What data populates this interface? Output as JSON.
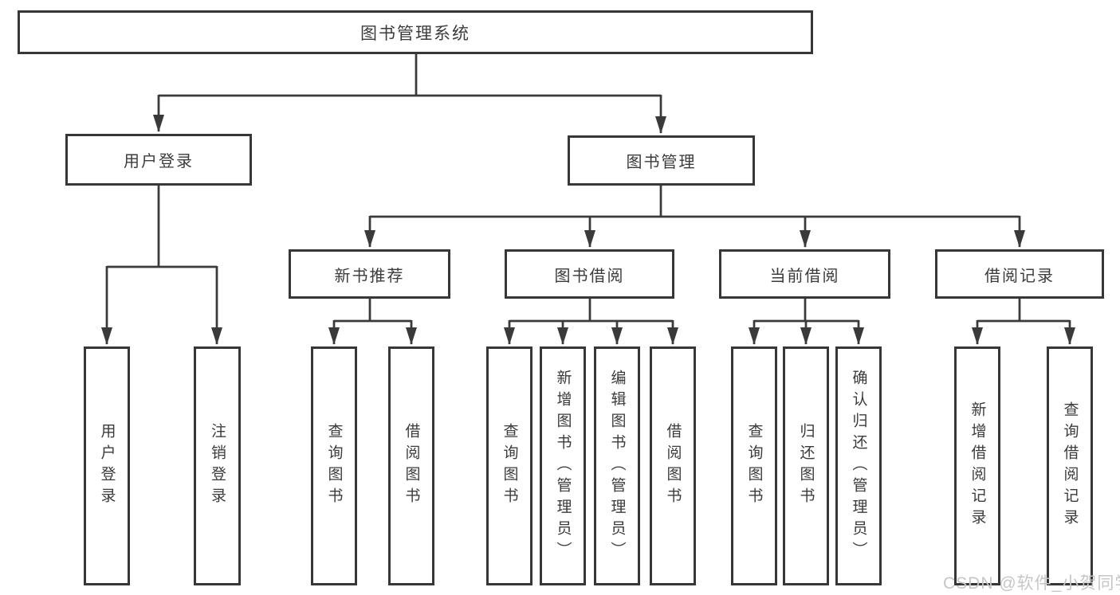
{
  "tree": {
    "root": {
      "label": "图书管理系统"
    },
    "branches": [
      {
        "label": "用户登录",
        "children": [
          {
            "label": "用户登录"
          },
          {
            "label": "注销登录"
          }
        ]
      },
      {
        "label": "图书管理",
        "children": [
          {
            "label": "新书推荐",
            "children": [
              {
                "label": "查询图书"
              },
              {
                "label": "借阅图书"
              }
            ]
          },
          {
            "label": "图书借阅",
            "children": [
              {
                "label": "查询图书"
              },
              {
                "label": "新增图书（管理员）"
              },
              {
                "label": "编辑图书（管理员）"
              },
              {
                "label": "借阅图书"
              }
            ]
          },
          {
            "label": "当前借阅",
            "children": [
              {
                "label": "查询图书"
              },
              {
                "label": "归还图书"
              },
              {
                "label": "确认归还（管理员）"
              }
            ]
          },
          {
            "label": "借阅记录",
            "children": [
              {
                "label": "新增借阅记录"
              },
              {
                "label": "查询借阅记录"
              }
            ]
          }
        ]
      }
    ]
  },
  "watermark": {
    "text": "CSDN @软件_小贺同学"
  },
  "colors": {
    "line": "#3a3a3a",
    "box_border": "#373737",
    "box_background": "#ffffff",
    "text": "#3b3b3b",
    "watermark": "#c6c6c6"
  }
}
